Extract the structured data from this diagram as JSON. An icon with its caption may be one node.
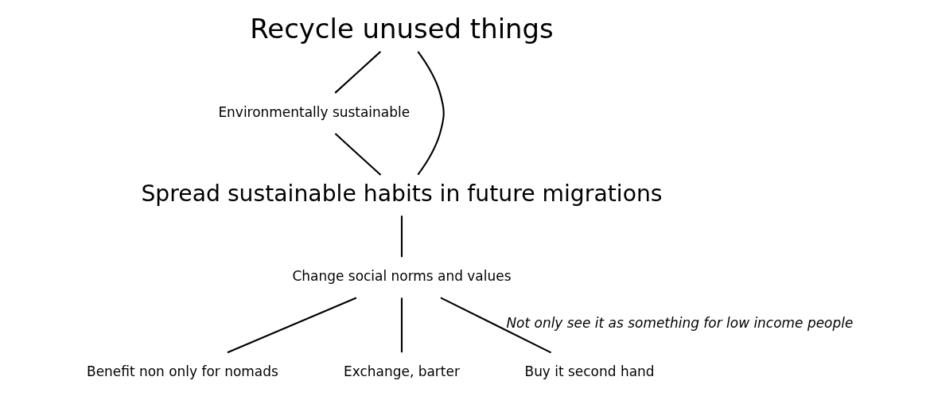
{
  "diagram": {
    "nodes": [
      {
        "text": [
          "Recycle unused things"
        ]
      },
      {
        "text": [
          "Environmentally sustainable"
        ]
      },
      {
        "text": [
          "Spread sustainable habits in future migrations"
        ]
      },
      {
        "text": [
          "Change social norms and values"
        ]
      },
      {
        "text": [
          "Benefit non only for nomads"
        ]
      },
      {
        "text": [
          "Exchange, barter"
        ]
      },
      {
        "text": [
          "Buy it second hand"
        ]
      }
    ],
    "edges": [
      {
        "from": 0,
        "to": 1,
        "arrow": "none"
      },
      {
        "from": 1,
        "to": 2,
        "arrow": "none"
      },
      {
        "from": 0,
        "to": 2,
        "arrow": "none"
      },
      {
        "from": 2,
        "to": 3,
        "arrow": "none"
      },
      {
        "from": 3,
        "to": 4,
        "arrow": "none"
      },
      {
        "from": 3,
        "to": 5,
        "arrow": "none"
      },
      {
        "from": 3,
        "to": 6,
        "arrow": "none",
        "label": "Not only see it as something for low income people"
      }
    ]
  }
}
